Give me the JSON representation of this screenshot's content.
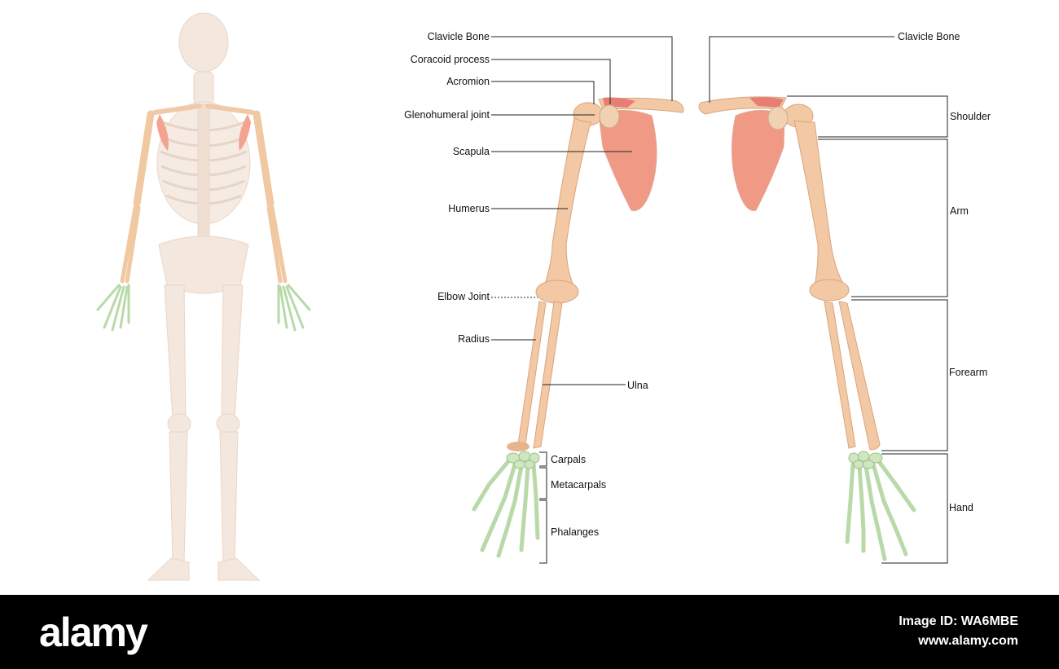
{
  "colors": {
    "bone": "#f2c9a4",
    "bone_shade": "#d9a47e",
    "scapula": "#f09a86",
    "hand_bone": "#b9d9a8",
    "ghost_skeleton": "#f5e6dc",
    "leader_line": "#222222",
    "footer_bg": "#000000"
  },
  "left_arm_labels": {
    "clavicle": "Clavicle Bone",
    "coracoid": "Coracoid process",
    "acromion": "Acromion",
    "glenohumeral": "Glenohumeral joint",
    "scapula": "Scapula",
    "humerus": "Humerus",
    "elbow": "Elbow Joint",
    "radius": "Radius",
    "ulna": "Ulna",
    "carpals": "Carpals",
    "metacarpals": "Metacarpals",
    "phalanges": "Phalanges"
  },
  "right_arm_labels": {
    "clavicle": "Clavicle Bone",
    "shoulder": "Shoulder",
    "arm": "Arm",
    "forearm": "Forearm",
    "hand": "Hand"
  },
  "footer": {
    "logo": "alamy",
    "image_id": "Image ID: WA6MBE",
    "site": "www.alamy.com"
  }
}
